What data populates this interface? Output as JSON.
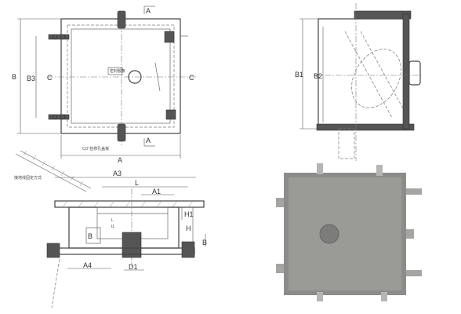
{
  "plan_view": {
    "dim_width": "A",
    "dim_height_outer": "B",
    "dim_height_inner": "B3",
    "section_a": "A",
    "section_c": "C",
    "note_center": "密封胶条",
    "note_bottom": "C/2 检修孔盖板"
  },
  "side_view": {
    "dim_b1": "B1",
    "dim_b2": "B2"
  },
  "section_view": {
    "note_top": "接地线固定方式",
    "dim_a3": "A3",
    "dim_l": "L",
    "dim_a1": "A1",
    "dim_h1": "H1",
    "dim_h": "H",
    "dim_b": "B",
    "dim_a4": "A4",
    "dim_d1": "D1",
    "dim_b_small": "B",
    "dim_t1": "t1",
    "dim_l_small": "L"
  },
  "colors": {
    "line": "#444444",
    "photo_plate": "#8c8c8a",
    "background": "#ffffff"
  }
}
